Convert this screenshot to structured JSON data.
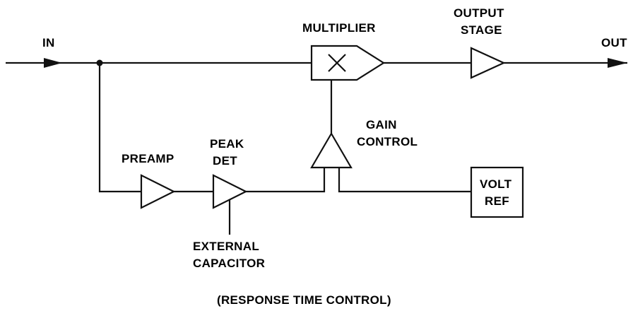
{
  "labels": {
    "in": "IN",
    "out": "OUT",
    "multiplier": "MULTIPLIER",
    "output_stage_line1": "OUTPUT",
    "output_stage_line2": "STAGE",
    "gain_control_line1": "GAIN",
    "gain_control_line2": "CONTROL",
    "preamp": "PREAMP",
    "peak_det_line1": "PEAK",
    "peak_det_line2": "DET",
    "volt_ref_line1": "VOLT",
    "volt_ref_line2": "REF",
    "external_capacitor_line1": "EXTERNAL",
    "external_capacitor_line2": "CAPACITOR",
    "response_time_control": "(RESPONSE TIME CONTROL)"
  },
  "colors": {
    "line": "#111111",
    "background": "#ffffff"
  }
}
